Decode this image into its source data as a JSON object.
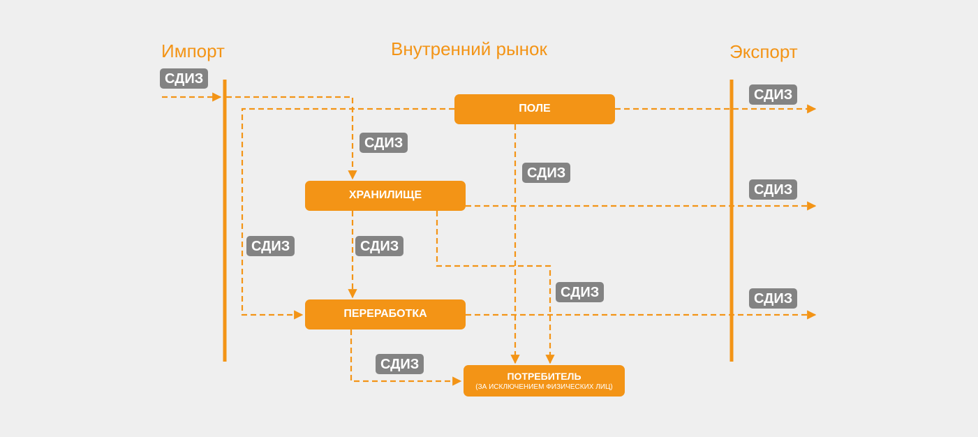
{
  "colors": {
    "accent": "#f39416",
    "badge": "#838383",
    "background": "#efefef"
  },
  "headers": {
    "import": "Импорт",
    "domestic": "Внутренний рынок",
    "export": "Экспорт"
  },
  "nodes": {
    "field": {
      "label": "ПОЛЕ"
    },
    "storage": {
      "label": "ХРАНИЛИЩЕ"
    },
    "processing": {
      "label": "ПЕРЕРАБОТКА"
    },
    "consumer": {
      "label": "ПОТРЕБИТЕЛЬ",
      "sublabel": "(ЗА ИСКЛЮЧЕНИЕМ ФИЗИЧЕСКИХ ЛИЦ)"
    }
  },
  "badge_label": "СДИЗ",
  "badges": [
    {
      "id": "import",
      "label": "СДИЗ"
    },
    {
      "id": "to-storage",
      "label": "СДИЗ"
    },
    {
      "id": "field-consumer",
      "label": "СДИЗ"
    },
    {
      "id": "import-processing",
      "label": "СДИЗ"
    },
    {
      "id": "storage-processing",
      "label": "СДИЗ"
    },
    {
      "id": "storage-consumer",
      "label": "СДИЗ"
    },
    {
      "id": "processing-consumer",
      "label": "СДИЗ"
    },
    {
      "id": "export-field",
      "label": "СДИЗ"
    },
    {
      "id": "export-storage",
      "label": "СДИЗ"
    },
    {
      "id": "export-processing",
      "label": "СДИЗ"
    }
  ]
}
